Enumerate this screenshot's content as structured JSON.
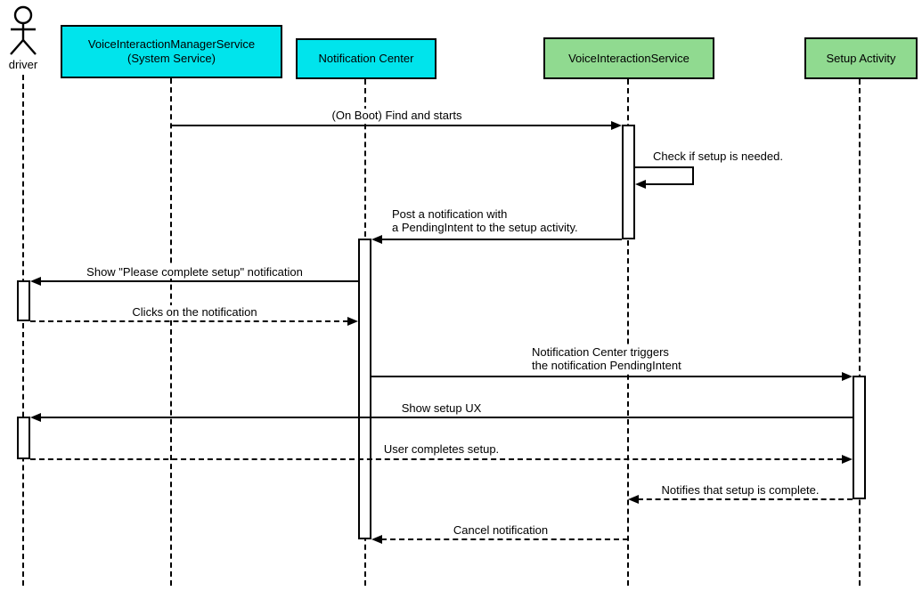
{
  "diagram_type": "uml-sequence",
  "participants": {
    "driver": {
      "kind": "actor",
      "label": "driver"
    },
    "voice_interaction_manager_service": {
      "kind": "object",
      "line1": "VoiceInteractionManagerService",
      "line2": "(System Service)",
      "fill": "cyan"
    },
    "notification_center": {
      "kind": "object",
      "label": "Notification Center",
      "fill": "cyan"
    },
    "voice_interaction_service": {
      "kind": "object",
      "label": "VoiceInteractionService",
      "fill": "green"
    },
    "setup_activity": {
      "kind": "object",
      "label": "Setup Activity",
      "fill": "green"
    }
  },
  "messages": [
    {
      "from": "VoiceInteractionManagerService (System Service)",
      "to": "VoiceInteractionService",
      "style": "solid",
      "line1": "(On Boot) Find and starts"
    },
    {
      "from": "VoiceInteractionService",
      "to": "VoiceInteractionService",
      "style": "solid",
      "self_message": true,
      "line1": "Check if setup is needed."
    },
    {
      "from": "VoiceInteractionService",
      "to": "Notification Center",
      "style": "solid",
      "line1": "Post a notification with",
      "line2": "a PendingIntent to the setup activity."
    },
    {
      "from": "Notification Center",
      "to": "driver",
      "style": "solid",
      "line1": "Show \"Please complete setup\" notification"
    },
    {
      "from": "driver",
      "to": "Notification Center",
      "style": "dashed",
      "line1": "Clicks on the notification"
    },
    {
      "from": "Notification Center",
      "to": "Setup Activity",
      "style": "solid",
      "line1": "Notification Center triggers",
      "line2": "the notification PendingIntent"
    },
    {
      "from": "Setup Activity",
      "to": "driver",
      "style": "solid",
      "line1": "Show setup UX"
    },
    {
      "from": "driver",
      "to": "Setup Activity",
      "style": "dashed",
      "line1": "User completes setup."
    },
    {
      "from": "Setup Activity",
      "to": "VoiceInteractionService",
      "style": "dashed",
      "line1": "Notifies that setup is complete."
    },
    {
      "from": "VoiceInteractionService",
      "to": "Notification Center",
      "style": "dashed",
      "line1": "Cancel notification"
    }
  ],
  "colors": {
    "cyan": "#00e4ec",
    "green": "#90da90",
    "line": "#000000",
    "background": "#ffffff"
  }
}
